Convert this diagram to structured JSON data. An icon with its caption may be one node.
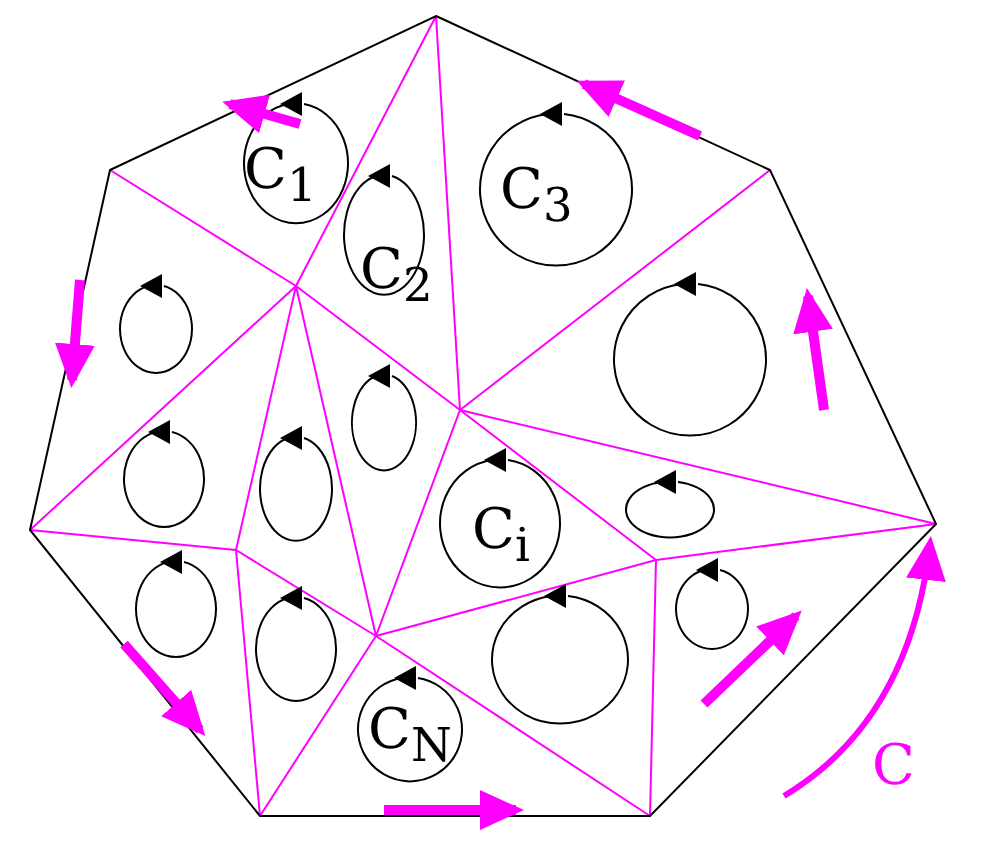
{
  "diagram": {
    "labels": [
      "C$_{1}$",
      "C$_{2}$",
      "C$_{3}$",
      "C$_{i}$",
      "C$_{N}$",
      "C"
    ]
  }
}
